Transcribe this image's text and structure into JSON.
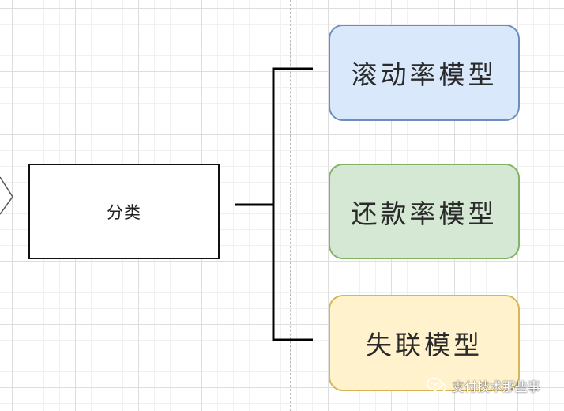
{
  "diagram": {
    "source_label": "分类",
    "models": [
      {
        "label": "滚动率模型",
        "fill": "#dae8fc",
        "stroke": "#6c8ebf"
      },
      {
        "label": "还款率模型",
        "fill": "#d5e8d4",
        "stroke": "#82b366"
      },
      {
        "label": "失联模型",
        "fill": "#fff2cc",
        "stroke": "#d6b656"
      }
    ],
    "connector_color": "#000000",
    "guide_color": "#b9b9b9"
  },
  "watermark": {
    "icon": "wechat-icon",
    "text": "支付技术那些事"
  }
}
